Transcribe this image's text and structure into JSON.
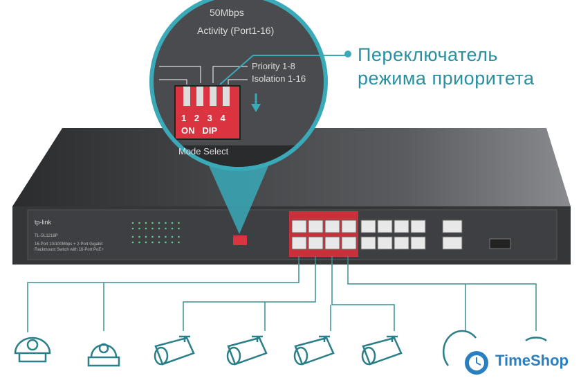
{
  "callout": {
    "line1": "Переключатель",
    "line2": "режима приоритета"
  },
  "magnifier": {
    "activity_label": "Activity (Port1-16)",
    "top_partial": "50Mbps",
    "priority_label": "Priority 1-8",
    "isolation_label": "Isolation 1-16",
    "dip_numbers": "1 2 3 4",
    "dip_text": "ON   DIP",
    "mode_select_label": "Mode Select"
  },
  "switch": {
    "brand": "tp-link",
    "model": "TL-SL1218P",
    "description_line1": "16-Port 10/100Mbps + 2-Port Gigabit",
    "description_line2": "Rackmount Switch with 16-Port PoE+"
  },
  "watermark": {
    "text": "TimeShop"
  },
  "colors": {
    "accent": "#3aa9b8",
    "dip": "#d9343f",
    "body": "#3a3b3d",
    "logo": "#2a7fc0"
  }
}
